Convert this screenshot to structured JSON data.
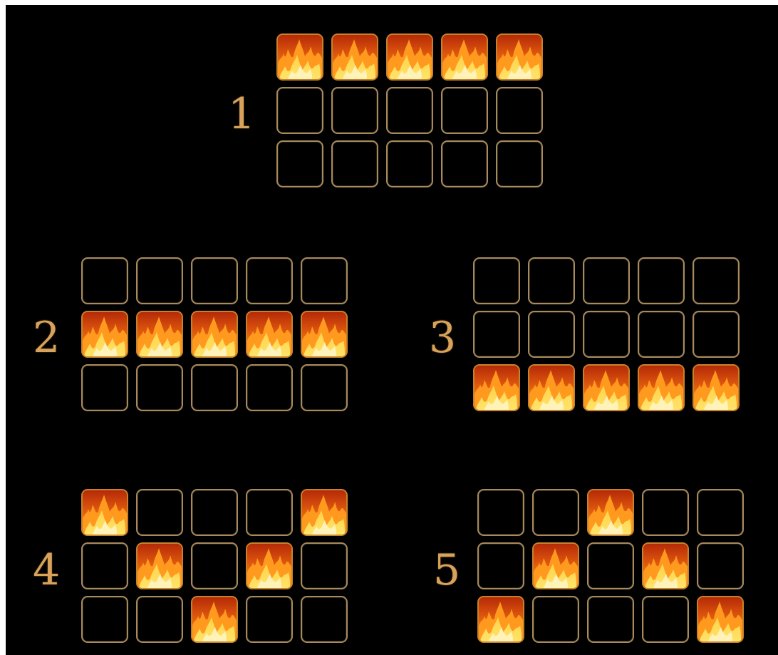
{
  "colors": {
    "background": "#000000",
    "number": "#d9a25a",
    "empty_border": "#a88a5c",
    "fire_top": "#b52a08",
    "fire_bottom": "#ffe36a"
  },
  "icons": {
    "empty": "empty-slot",
    "fire": "fire-icon"
  },
  "patterns": [
    {
      "number": "1",
      "rows": [
        [
          1,
          1,
          1,
          1,
          1
        ],
        [
          0,
          0,
          0,
          0,
          0
        ],
        [
          0,
          0,
          0,
          0,
          0
        ]
      ]
    },
    {
      "number": "2",
      "rows": [
        [
          0,
          0,
          0,
          0,
          0
        ],
        [
          1,
          1,
          1,
          1,
          1
        ],
        [
          0,
          0,
          0,
          0,
          0
        ]
      ]
    },
    {
      "number": "3",
      "rows": [
        [
          0,
          0,
          0,
          0,
          0
        ],
        [
          0,
          0,
          0,
          0,
          0
        ],
        [
          1,
          1,
          1,
          1,
          1
        ]
      ]
    },
    {
      "number": "4",
      "rows": [
        [
          1,
          0,
          0,
          0,
          1
        ],
        [
          0,
          1,
          0,
          1,
          0
        ],
        [
          0,
          0,
          1,
          0,
          0
        ]
      ]
    },
    {
      "number": "5",
      "rows": [
        [
          0,
          0,
          1,
          0,
          0
        ],
        [
          0,
          1,
          0,
          1,
          0
        ],
        [
          1,
          0,
          0,
          0,
          1
        ]
      ]
    }
  ]
}
